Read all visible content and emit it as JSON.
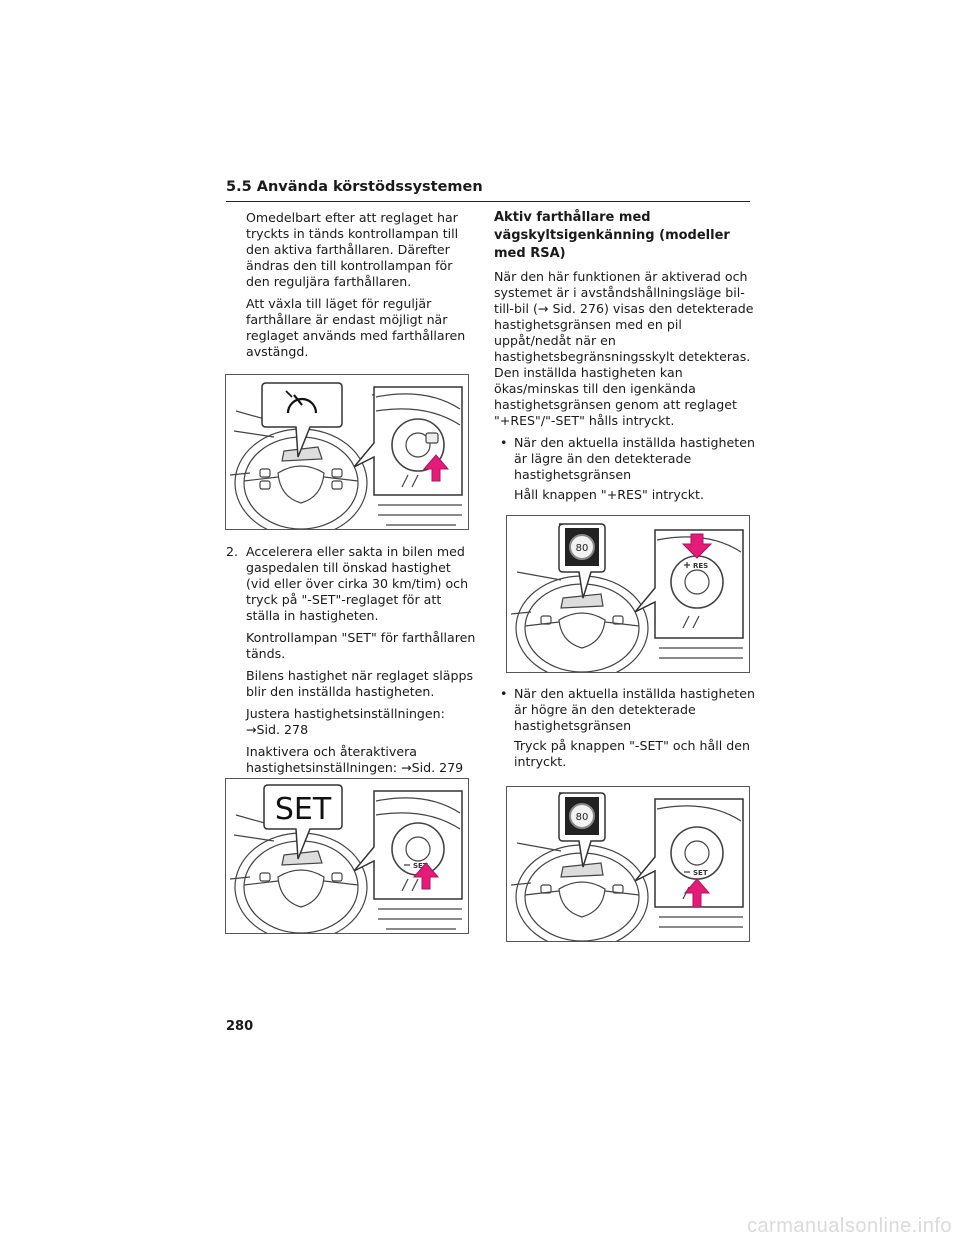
{
  "header": {
    "title": "5.5 Använda körstödssystemen"
  },
  "left": {
    "p1": "Omedelbart efter att reglaget har tryckts in tänds kontrollampan till den aktiva farthållaren. Därefter ändras den till kontrollampan för den reguljära farthållaren.",
    "p2": "Att växla till läget för reguljär farthållare är endast möjligt när reglaget används med farthållaren avstängd.",
    "step2_num": "2.",
    "step2_text": "Accelerera eller sakta in bilen med gaspedalen till önskad hastighet (vid eller över cirka 30 km/tim) och tryck på \"-SET\"-reglaget för att ställa in hastigheten.",
    "step2_p1": "Kontrollampan \"SET\" för farthållaren tänds.",
    "step2_p2": "Bilens hastighet när reglaget släpps blir den inställda hastigheten.",
    "adjust_label": "Justera hastighetsinställningen:",
    "adjust_ref": "→Sid. 278",
    "reactivate_label": "Inaktivera och återaktivera hastighetsinställningen:",
    "reactivate_ref": "→Sid. 279"
  },
  "right": {
    "heading": "Aktiv farthållare med vägskyltsigenkänning (modeller med RSA)",
    "intro": "När den här funktionen är aktiverad och systemet är i avståndshållningsläge bil-till-bil (→ Sid. 276) visas den detekterade hastighetsgränsen med en pil uppåt/nedåt när en hastighetsbegränsningsskylt detekteras. Den inställda hastigheten kan ökas/minskas till den igenkända hastighetsgränsen genom att reglaget \"+RES\"/\"-SET\" hålls intryckt.",
    "bullet1": "När den aktuella inställda hastigheten är lägre än den detekterade hastighetsgränsen",
    "bullet1_action": "Håll knappen \"+RES\" intryckt.",
    "bullet2": "När den aktuella inställda hastigheten är högre än den detekterade hastighetsgränsen",
    "bullet2_action": "Tryck på knappen \"-SET\" och håll den intryckt.",
    "bullet_char": "•"
  },
  "figures": {
    "fig1_icon": "speedometer-icon",
    "fig2_callout": "SET",
    "fig2_button": "SET",
    "fig3_sign": "80",
    "fig3_button": "RES",
    "fig4_sign": "80",
    "fig4_button": "SET"
  },
  "page_number": "280",
  "watermark": "carmanualsonline.info"
}
